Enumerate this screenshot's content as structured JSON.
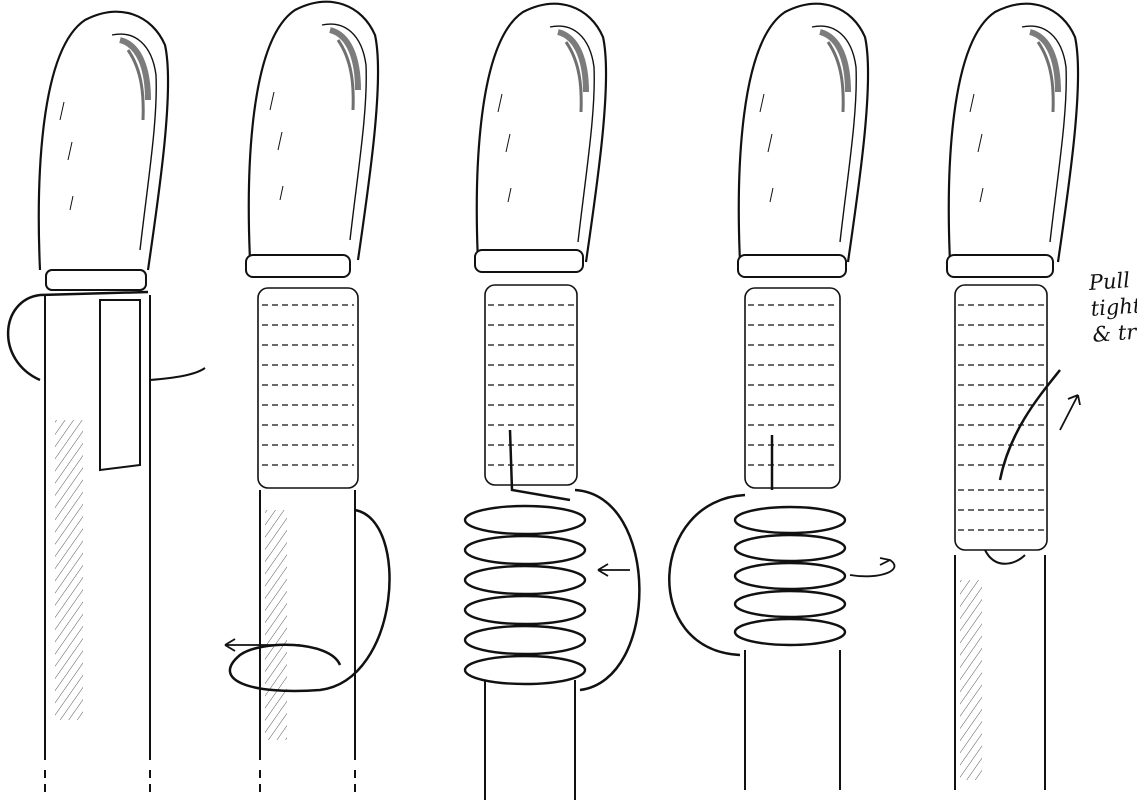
{
  "figure": {
    "panel_count": 5,
    "annotation": {
      "line1": "Pull",
      "line2": "tight",
      "line3": "& trim"
    },
    "ink_color": "#111111",
    "background_color": "#ffffff"
  }
}
